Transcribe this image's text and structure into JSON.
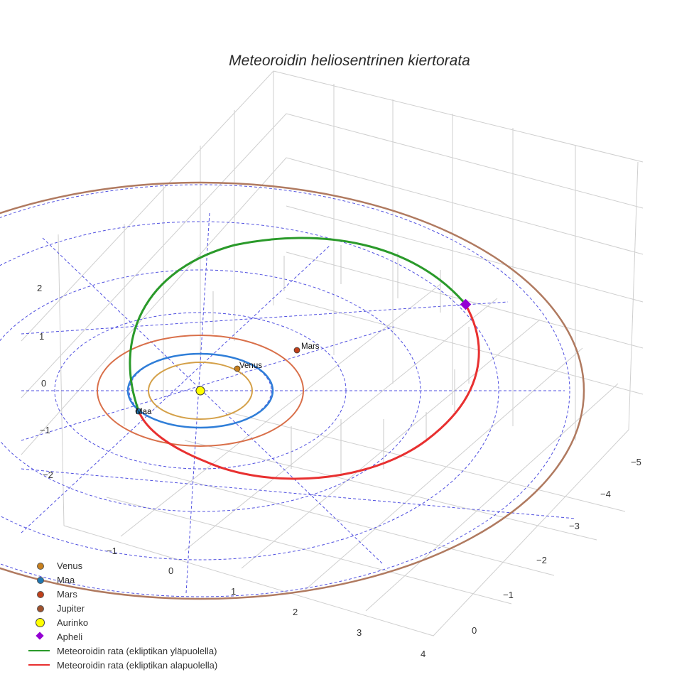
{
  "chart_data": {
    "type": "scatter3d",
    "title": "Meteoroidin heliosentrinen kiertorata",
    "axes": {
      "x": {
        "ticks": [
          -1,
          0,
          1,
          2,
          3,
          4
        ],
        "label": ""
      },
      "y": {
        "ticks": [
          0,
          -1,
          -2,
          -3,
          -4,
          -5
        ],
        "label": ""
      },
      "z": {
        "ticks": [
          2,
          1,
          0,
          -1,
          -2
        ],
        "label": ""
      }
    },
    "grid": true,
    "legend_position": "bottom-left",
    "series": [
      {
        "name": "Venus",
        "type": "orbit+marker",
        "color": "#d4a048",
        "marker_color": "#c8801e",
        "radius_au": 0.72
      },
      {
        "name": "Maa",
        "type": "orbit+marker",
        "color": "#2f7ed8",
        "marker_color": "#1f77b4",
        "radius_au": 1.0
      },
      {
        "name": "Mars",
        "type": "orbit+marker",
        "color": "#d9704a",
        "marker_color": "#c0401a",
        "radius_au": 1.52
      },
      {
        "name": "Jupiter",
        "type": "orbit+marker",
        "color": "#b07a60",
        "marker_color": "#a0522d",
        "radius_au": 5.2
      },
      {
        "name": "Aurinko",
        "type": "marker",
        "color": "#ffff00",
        "position": [
          0,
          0,
          0
        ]
      },
      {
        "name": "Apheli",
        "type": "marker",
        "color": "#9400d3",
        "symbol": "diamond"
      },
      {
        "name": "Meteoroidin rata (ekliptikan yläpuolella)",
        "type": "line",
        "color": "#2a9a2a"
      },
      {
        "name": "Meteoroidin rata (ekliptikan alapuolella)",
        "type": "line",
        "color": "#e83030"
      }
    ],
    "reference_circles_au": [
      1,
      2,
      3,
      4
    ],
    "annotations": [
      "Venus",
      "Maa",
      "Mars"
    ]
  },
  "title": "Meteoroidin heliosentrinen kiertorata",
  "legend": [
    {
      "label": "Venus",
      "symbol": "circle",
      "color": "#c8801e"
    },
    {
      "label": "Maa",
      "symbol": "circle",
      "color": "#1f77b4"
    },
    {
      "label": "Mars",
      "symbol": "circle",
      "color": "#c0401a"
    },
    {
      "label": "Jupiter",
      "symbol": "circle",
      "color": "#a0522d"
    },
    {
      "label": "Aurinko",
      "symbol": "circle-large",
      "color": "#ffff00"
    },
    {
      "label": "Apheli",
      "symbol": "diamond",
      "color": "#9400d3"
    },
    {
      "label": "Meteoroidin rata (ekliptikan yläpuolella)",
      "symbol": "line",
      "color": "#2a9a2a"
    },
    {
      "label": "Meteoroidin rata (ekliptikan alapuolella)",
      "symbol": "line",
      "color": "#e83030"
    }
  ],
  "labels": {
    "venus": "Venus",
    "maa": "Maa",
    "mars": "Mars"
  },
  "ticks": {
    "z": [
      "2",
      "1",
      "0",
      "−1",
      "−2"
    ],
    "x": [
      "−1",
      "0",
      "1",
      "2",
      "3",
      "4"
    ],
    "y": [
      "0",
      "−1",
      "−2",
      "−3",
      "−4",
      "−5"
    ]
  }
}
